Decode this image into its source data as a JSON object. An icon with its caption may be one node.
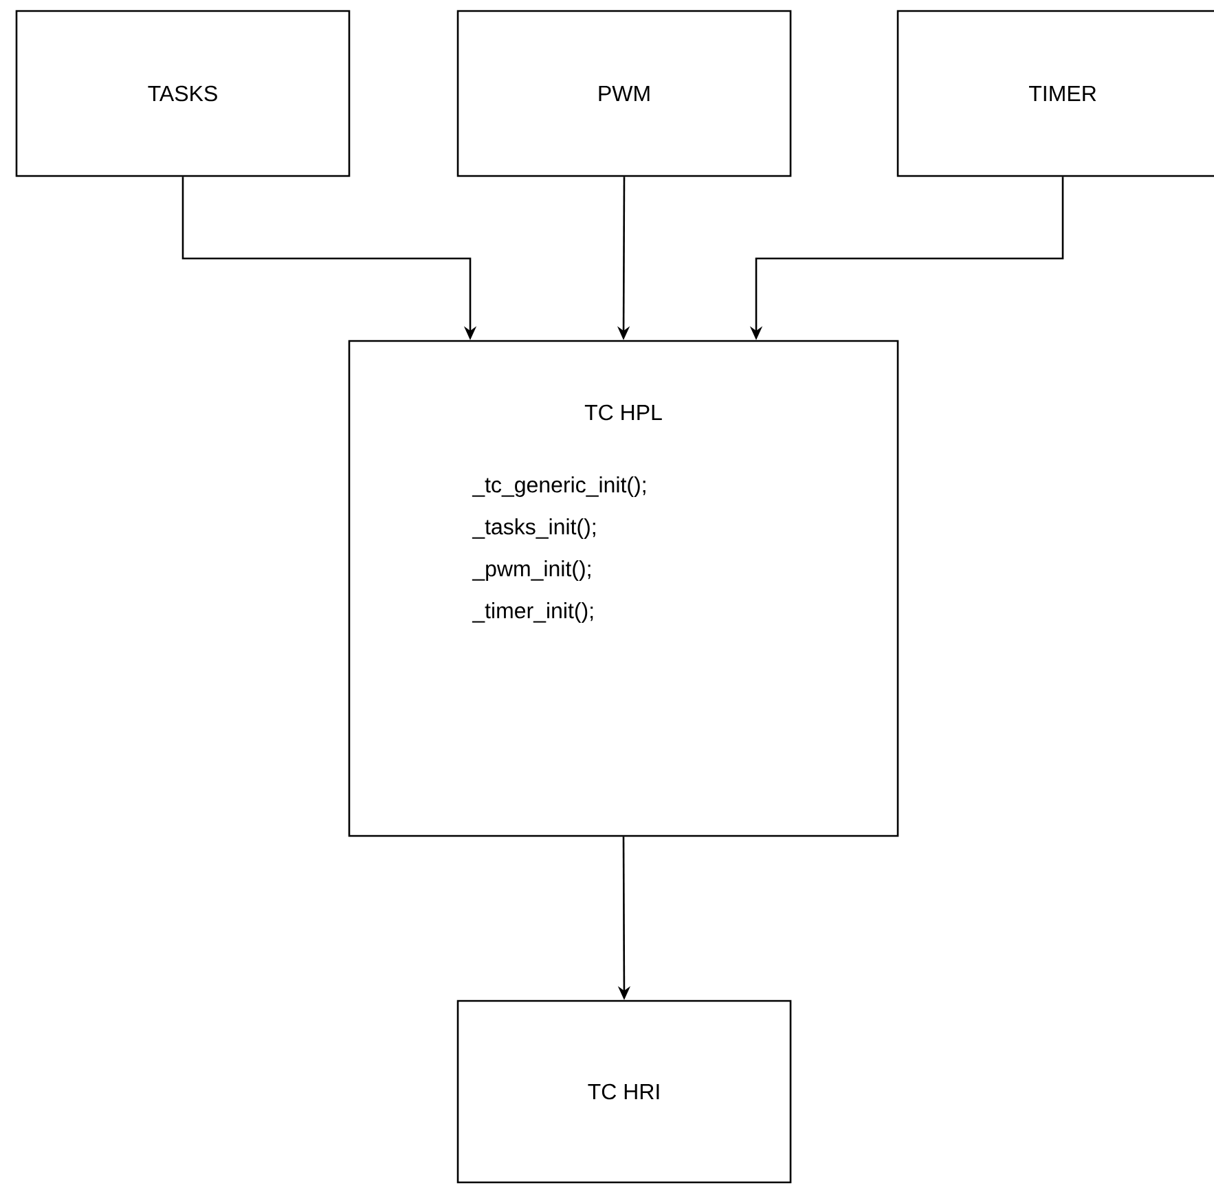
{
  "diagram": {
    "nodes": [
      {
        "text": [
          "TASKS"
        ]
      },
      {
        "text": [
          "PWM"
        ]
      },
      {
        "text": [
          "TIMER"
        ]
      },
      {
        "text": [
          "TC HPL",
          "_tc_generic_init();",
          "_tasks_init();",
          "_pwm_init();",
          "_timer_init();"
        ]
      },
      {
        "text": [
          "TC HRI"
        ]
      }
    ],
    "edges": [
      {
        "from": 0,
        "to": 3,
        "arrow": "to"
      },
      {
        "from": 1,
        "to": 3,
        "arrow": "to"
      },
      {
        "from": 2,
        "to": 3,
        "arrow": "to"
      },
      {
        "from": 3,
        "to": 4,
        "arrow": "to"
      }
    ]
  }
}
